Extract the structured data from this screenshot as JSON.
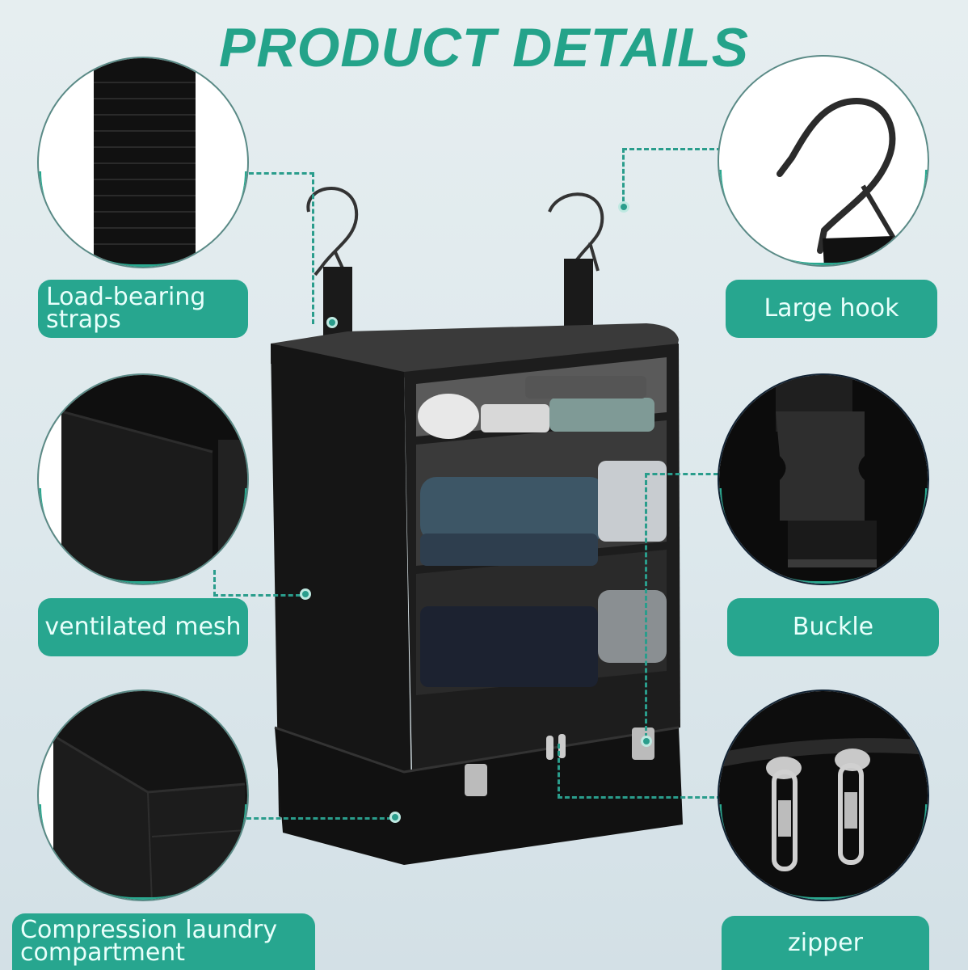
{
  "header": {
    "title": "PRODUCT DETAILS"
  },
  "features": [
    {
      "id": "straps",
      "label_line1": "Load-bearing",
      "label_line2": "straps",
      "image": "strap-webbing-icon"
    },
    {
      "id": "hook",
      "label": "Large hook",
      "image": "metal-hook-icon"
    },
    {
      "id": "mesh",
      "label": "ventilated mesh",
      "image": "mesh-pocket-icon"
    },
    {
      "id": "buckle",
      "label": "Buckle",
      "image": "buckle-icon"
    },
    {
      "id": "laundry",
      "label_line1": "Compression laundry",
      "label_line2": "compartment",
      "image": "laundry-compartment-icon"
    },
    {
      "id": "zipper",
      "label": "zipper",
      "image": "zipper-pulls-icon"
    }
  ],
  "product": {
    "name": "hanging-shelf-organizer",
    "shelves": 3
  },
  "colors": {
    "accent": "#27a68f",
    "title": "#24a38a",
    "background": "#e3ecef",
    "product": "#111111",
    "label_text": "#e8fffb"
  }
}
